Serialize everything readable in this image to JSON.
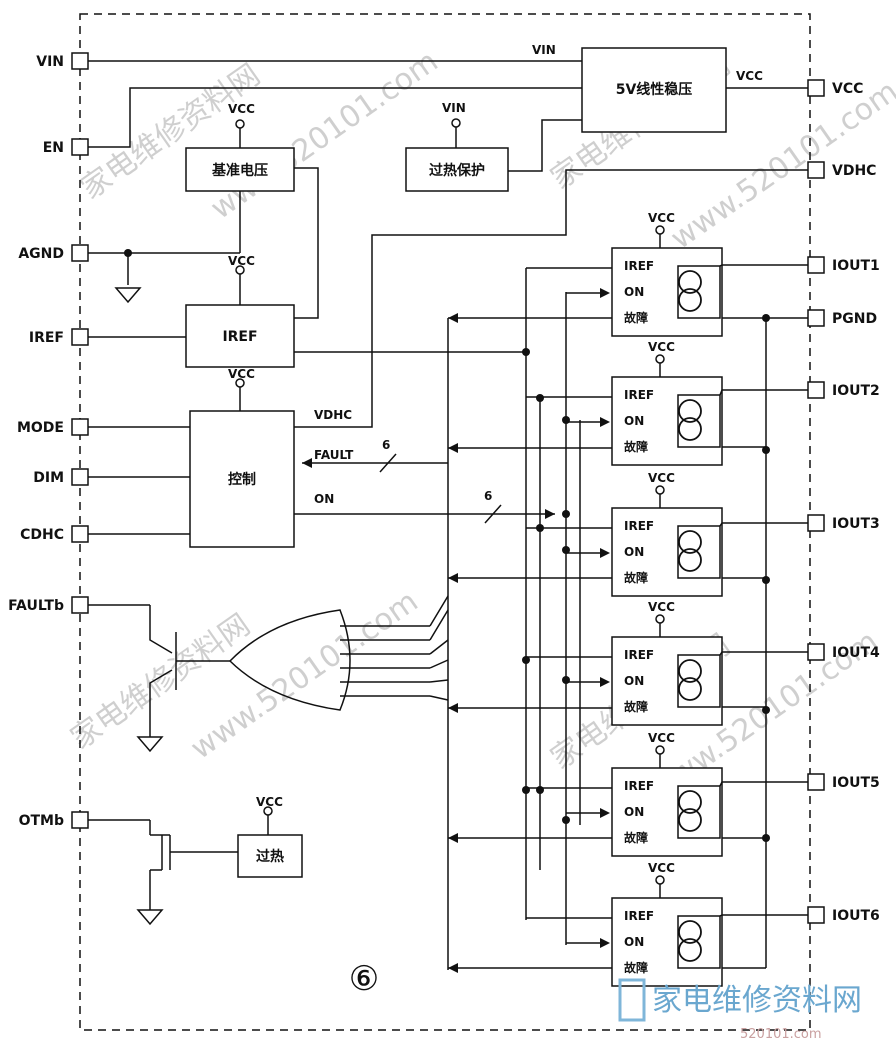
{
  "pins_left": [
    {
      "id": "vin",
      "label": "VIN"
    },
    {
      "id": "en",
      "label": "EN"
    },
    {
      "id": "agnd",
      "label": "AGND"
    },
    {
      "id": "iref",
      "label": "IREF"
    },
    {
      "id": "mode",
      "label": "MODE"
    },
    {
      "id": "dim",
      "label": "DIM"
    },
    {
      "id": "cdhc",
      "label": "CDHC"
    },
    {
      "id": "faultb",
      "label": "FAULTb"
    },
    {
      "id": "otmb",
      "label": "OTMb"
    }
  ],
  "pins_right": [
    {
      "id": "vcc",
      "label": "VCC"
    },
    {
      "id": "vdhc",
      "label": "VDHC"
    },
    {
      "id": "iout1",
      "label": "IOUT1"
    },
    {
      "id": "pgnd",
      "label": "PGND"
    },
    {
      "id": "iout2",
      "label": "IOUT2"
    },
    {
      "id": "iout3",
      "label": "IOUT3"
    },
    {
      "id": "iout4",
      "label": "IOUT4"
    },
    {
      "id": "iout5",
      "label": "IOUT5"
    },
    {
      "id": "iout6",
      "label": "IOUT6"
    }
  ],
  "blocks": {
    "regulator": "5V线性稳压",
    "reference": "基准电压",
    "thermal_protect": "过热保护",
    "iref": "IREF",
    "control": "控制",
    "overheat": "过热"
  },
  "net_labels": {
    "vin_top": "VIN",
    "vin_thermal": "VIN",
    "vcc_out": "VCC",
    "vcc": "VCC",
    "vdhc": "VDHC",
    "fault": "FAULT",
    "bus_width_fault": "6",
    "on": "ON",
    "bus_width_on": "6"
  },
  "channel_labels": {
    "iref": "IREF",
    "on": "ON",
    "fault": "故障"
  },
  "channel_fault_variants": [
    "故障",
    "故障",
    "故障",
    "故障",
    "故障",
    "故障"
  ],
  "figure_number": "⑥",
  "watermarks": [
    "家电维修资料网",
    "www.520101.com"
  ],
  "logo_text": "家电维修资料网",
  "logo_url": "520101.com"
}
